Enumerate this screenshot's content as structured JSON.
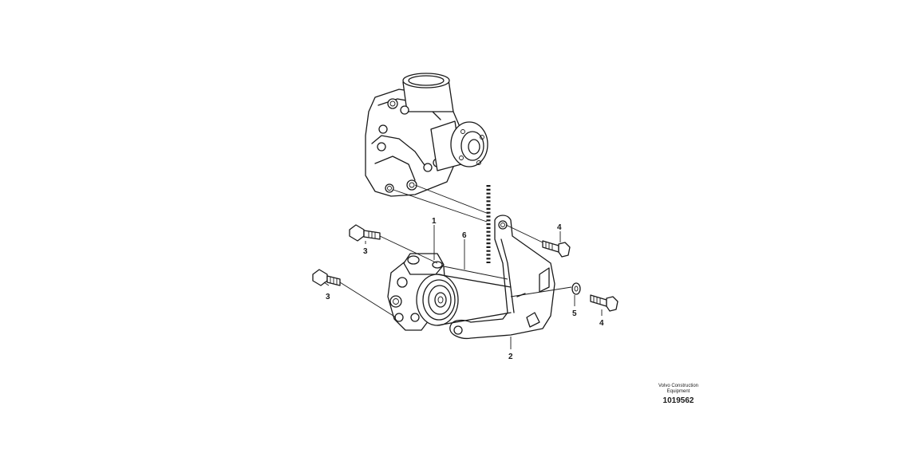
{
  "callouts": [
    {
      "id": "1",
      "text": "1"
    },
    {
      "id": "2",
      "text": "2"
    },
    {
      "id": "3a",
      "text": "3"
    },
    {
      "id": "3b",
      "text": "3"
    },
    {
      "id": "4a",
      "text": "4"
    },
    {
      "id": "4b",
      "text": "4"
    },
    {
      "id": "5",
      "text": "5"
    },
    {
      "id": "6",
      "text": "6"
    }
  ],
  "caption": {
    "company_line1": "Volvo Construction",
    "company_line2": "Equipment",
    "drawing_number": "1019562"
  }
}
